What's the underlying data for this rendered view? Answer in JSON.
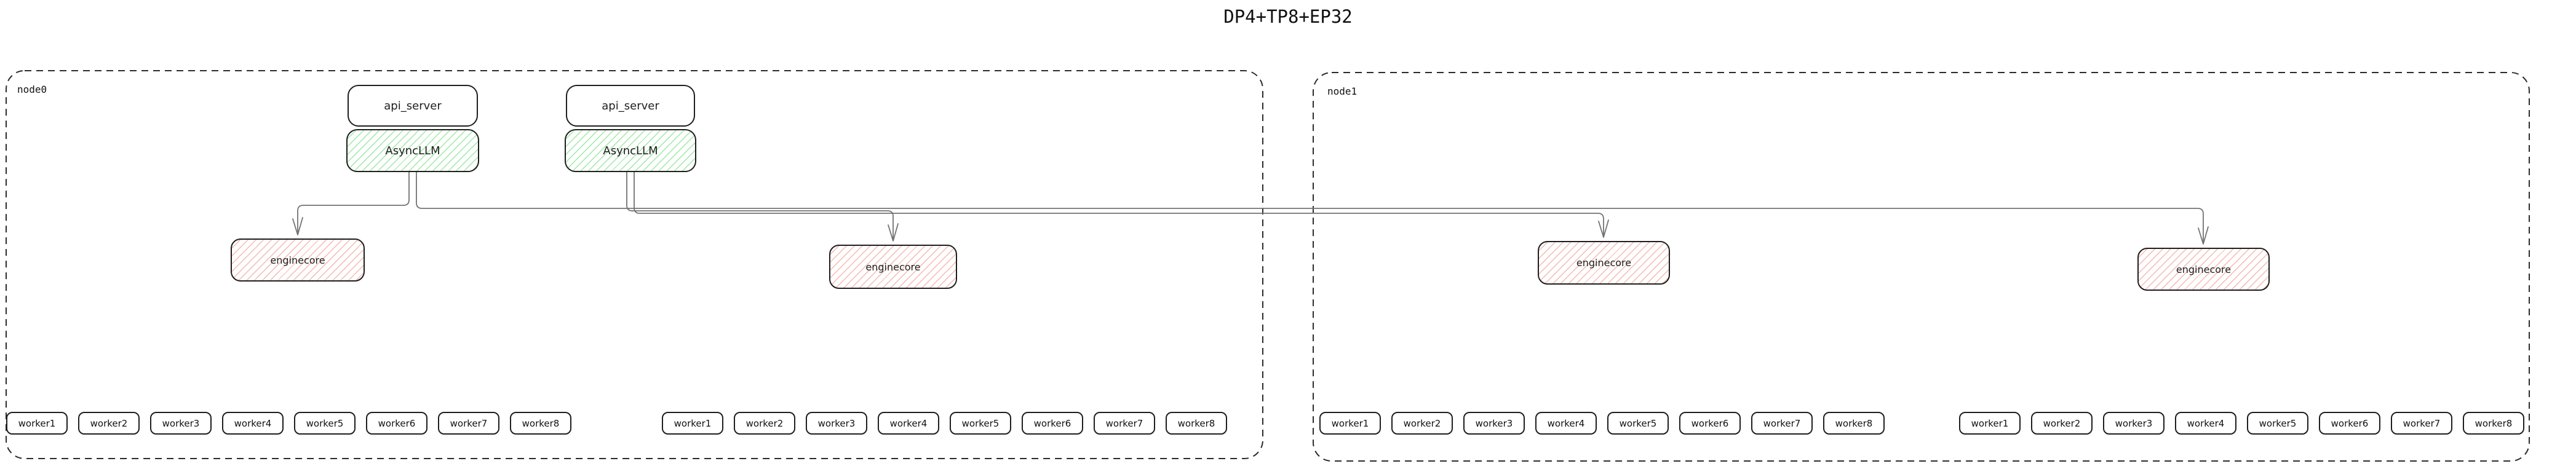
{
  "title": "DP4+TP8+EP32",
  "colors": {
    "box_border": "#1e1e1e",
    "node_dash_border": "#2b2b2b",
    "connector": "#737373",
    "asyncllm_hatch": "#9ce8a5",
    "enginecore_hatch": "#f6b8b0",
    "canvas_bg": "#ffffff"
  },
  "nodes": [
    {
      "label": "node0",
      "api_servers": [
        {
          "api_label": "api_server",
          "llm_label": "AsyncLLM"
        },
        {
          "api_label": "api_server",
          "llm_label": "AsyncLLM"
        }
      ],
      "enginecores": [
        {
          "label": "enginecore"
        },
        {
          "label": "enginecore"
        }
      ],
      "worker_groups": [
        {
          "workers": [
            "worker1",
            "worker2",
            "worker3",
            "worker4",
            "worker5",
            "worker6",
            "worker7",
            "worker8"
          ]
        },
        {
          "workers": [
            "worker1",
            "worker2",
            "worker3",
            "worker4",
            "worker5",
            "worker6",
            "worker7",
            "worker8"
          ]
        }
      ]
    },
    {
      "label": "node1",
      "api_servers": [],
      "enginecores": [
        {
          "label": "enginecore"
        },
        {
          "label": "enginecore"
        }
      ],
      "worker_groups": [
        {
          "workers": [
            "worker1",
            "worker2",
            "worker3",
            "worker4",
            "worker5",
            "worker6",
            "worker7",
            "worker8"
          ]
        },
        {
          "workers": [
            "worker1",
            "worker2",
            "worker3",
            "worker4",
            "worker5",
            "worker6",
            "worker7",
            "worker8"
          ]
        }
      ]
    }
  ]
}
